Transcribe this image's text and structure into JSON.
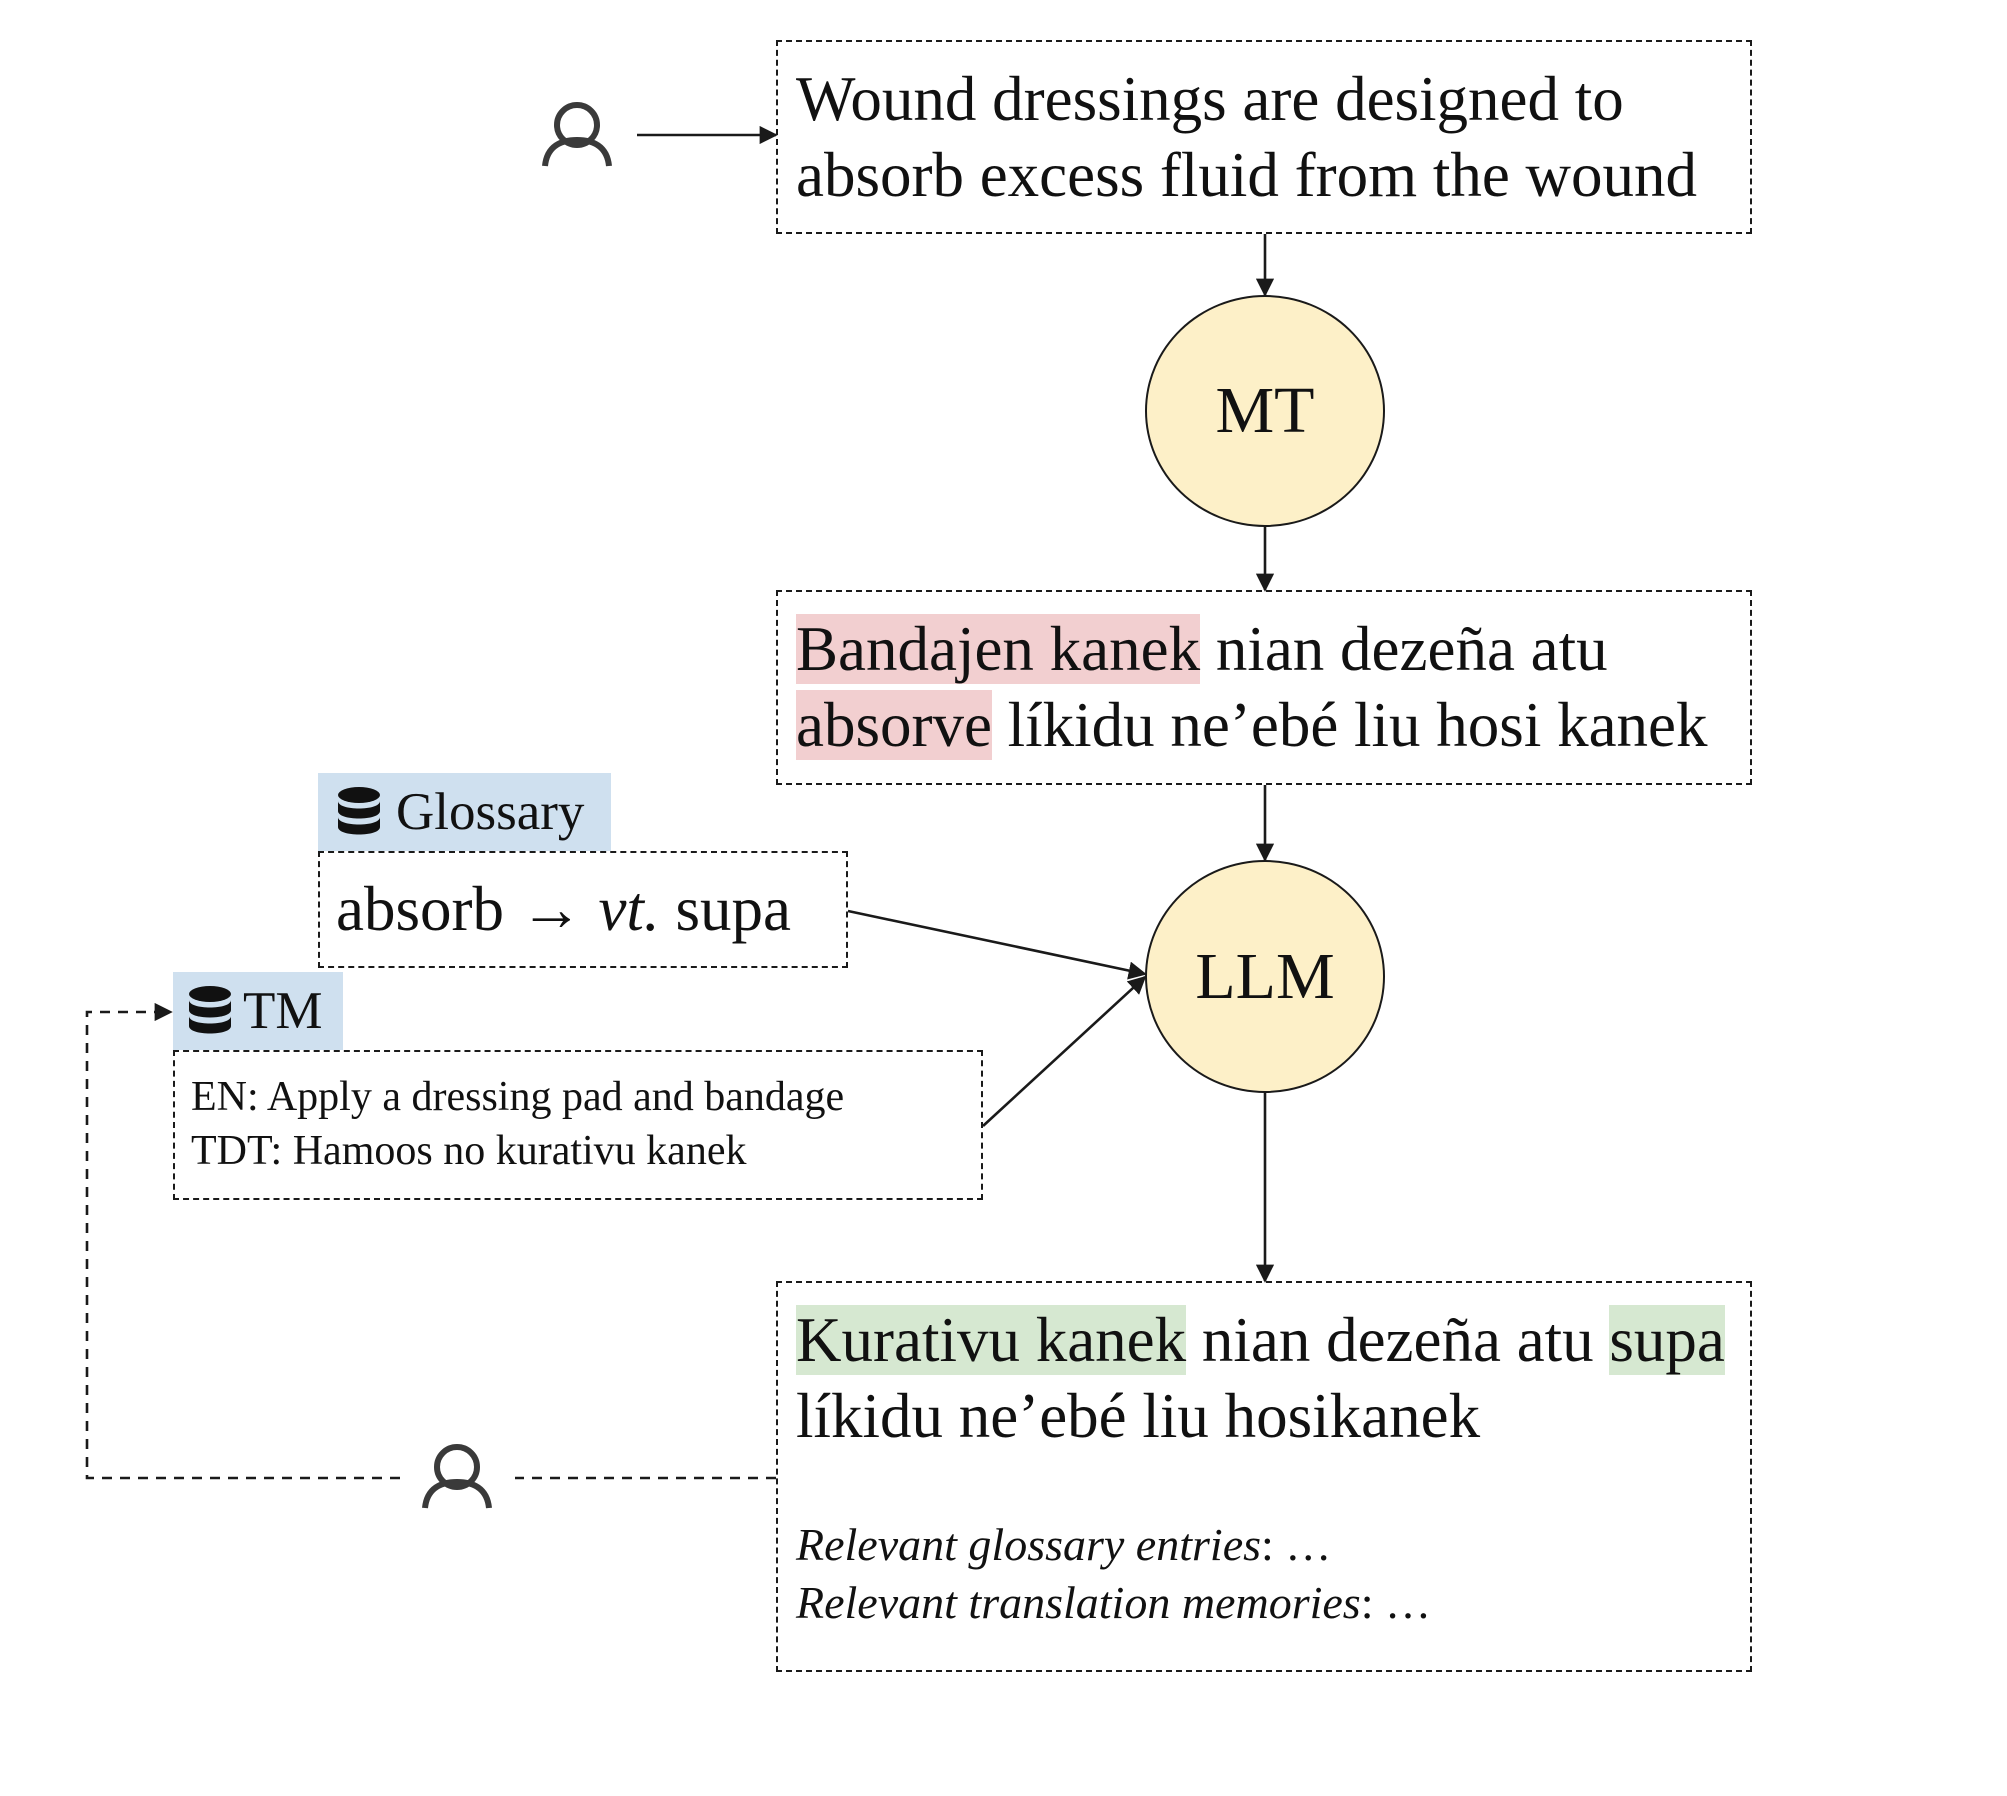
{
  "source_box": {
    "lines": [
      "Wound dressings are designed to",
      "absorb excess fluid from the wound"
    ]
  },
  "mt_node": {
    "label": "MT"
  },
  "mt_output": {
    "line1_highlight": "Bandajen kanek",
    "line1_rest": " nian dezeña atu",
    "line2_highlight": "absorve",
    "line2_rest": " líkidu ne’ebé liu hosi kanek",
    "highlight_color": "#f2cfd0"
  },
  "glossary": {
    "tag_label": "Glossary",
    "tag_icon": "database-icon",
    "tag_color": "#cfe0ef",
    "entry_term": "absorb → ",
    "entry_pos": "vt.",
    "entry_translation": " supa"
  },
  "tm": {
    "tag_label": "TM",
    "tag_icon": "database-icon",
    "en_line": "EN: Apply a dressing pad and bandage",
    "tdt_line": "TDT: Hamoos no kurativu kanek"
  },
  "llm_node": {
    "label": "LLM"
  },
  "llm_output": {
    "line1_highlight_a": "Kurativu kanek",
    "line1_mid": " nian dezeña atu ",
    "line1_highlight_b": "supa",
    "line2": "líkidu ne’ebé liu hosikanek",
    "glossary_meta_label": "Relevant glossary entries",
    "glossary_meta_rest": ": …",
    "tm_meta_label": "Relevant translation memories",
    "tm_meta_rest": ": …",
    "highlight_color": "#d6e8d1"
  },
  "colors": {
    "node_fill": "#fdf0c8",
    "stroke": "#1a1a1a"
  },
  "icons": [
    "user-icon",
    "database-icon"
  ]
}
